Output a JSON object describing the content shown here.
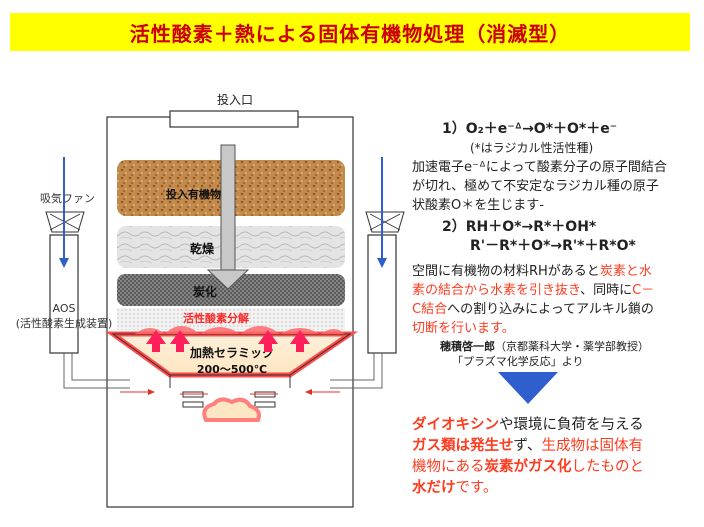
{
  "title": "活性酸素＋熱による固体有機物処理（消滅型）",
  "diagram": {
    "inlet_label": "投入口",
    "fan_label": "吸気ファン",
    "aos_label": "AOS",
    "aos_sub": "(活性酸素生成装置)",
    "layer_input": "投入有機物",
    "layer_dry": "乾燥",
    "layer_carbon": "炭化",
    "decomp_label": "活性酸素分解",
    "ceramic_label": "加熱セラミック",
    "temp_label": "200～500℃"
  },
  "equations": {
    "eq1": "1）O₂＋e⁻ᐞ→O*＋O*＋e⁻",
    "eq1_note": "(*はラジカル性活性種)",
    "desc1_lines": [
      "加速電子e⁻ᐞによって酸素分子の原子間結合",
      "が切れ、極めて不安定なラジカル種の原子",
      "状酸素O＊を生じます-"
    ],
    "eq2a": "2）RH＋O*→R*＋OH*",
    "eq2b": "R'－R*＋O*→R'*＋R*O*",
    "desc2": {
      "l1a": "空間に有機物の材料RHがあると",
      "l1b": "炭素と水",
      "l2a": "素の結合から水素を引き抜き",
      "l2b": "、同時に",
      "l2c": "C－",
      "l3a": "C結合",
      "l3b": "への割り込みによってアルキル鎖の",
      "l4": "切断を行います。"
    },
    "author": "穂積啓一郎",
    "affiliation": "（京都薬科大学・薬学部教授）",
    "source": "「プラズマ化学反応」より"
  },
  "summary": {
    "s1": "ダイオキシン",
    "s2": "や環境に負荷を与える",
    "s3": "ガス類は発生せ",
    "s4": "ず、",
    "s5": "生成物は固体有",
    "s6": "機物にある",
    "s7": "炭素がガス化",
    "s8": "したものと",
    "s9": "水だけ",
    "s10": "です。"
  },
  "colors": {
    "title_bg": "#ffff00",
    "title_text": "#cc0000",
    "accent_red": "#ff3b1f",
    "arrow_blue": "#2f5fcf"
  }
}
